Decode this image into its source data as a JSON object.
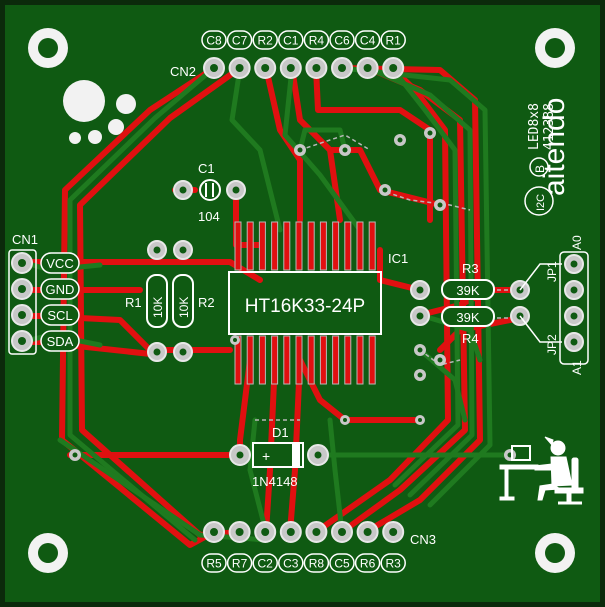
{
  "board": {
    "brand": "aitendo",
    "part_number": "412388",
    "product": "LED8x8",
    "protocol_badge": "I2C",
    "colors": {
      "substrate": "#0f5a12",
      "trace_top": "#e01010",
      "trace_bottom": "#1f7a1f",
      "pad": "#c8c8c8",
      "silkscreen": "#ffffff"
    }
  },
  "connectors": {
    "cn1": {
      "label": "CN1",
      "pins": [
        "VCC",
        "GND",
        "SCL",
        "SDA"
      ]
    },
    "cn2": {
      "label": "CN2",
      "pins": [
        "C8",
        "C7",
        "R2",
        "C1",
        "R4",
        "C6",
        "C4",
        "R1"
      ]
    },
    "cn3": {
      "label": "CN3",
      "pins": [
        "R5",
        "R7",
        "C2",
        "C3",
        "R8",
        "C5",
        "R6",
        "R3"
      ]
    },
    "jp1": {
      "label": "JP1"
    },
    "jp2": {
      "label": "JP2"
    },
    "address_pins": [
      "A0",
      "A1"
    ]
  },
  "components": {
    "ic1": {
      "label": "IC1",
      "part": "HT16K33-24P"
    },
    "c1": {
      "label": "C1",
      "value": "104"
    },
    "r1": {
      "label": "R1",
      "value": "10K"
    },
    "r2": {
      "label": "R2",
      "value": "10K"
    },
    "r3": {
      "label": "R3",
      "value": "39K"
    },
    "r4": {
      "label": "R4",
      "value": "39K"
    },
    "d1": {
      "label": "D1",
      "part": "1N4148",
      "polarity": "+"
    }
  }
}
